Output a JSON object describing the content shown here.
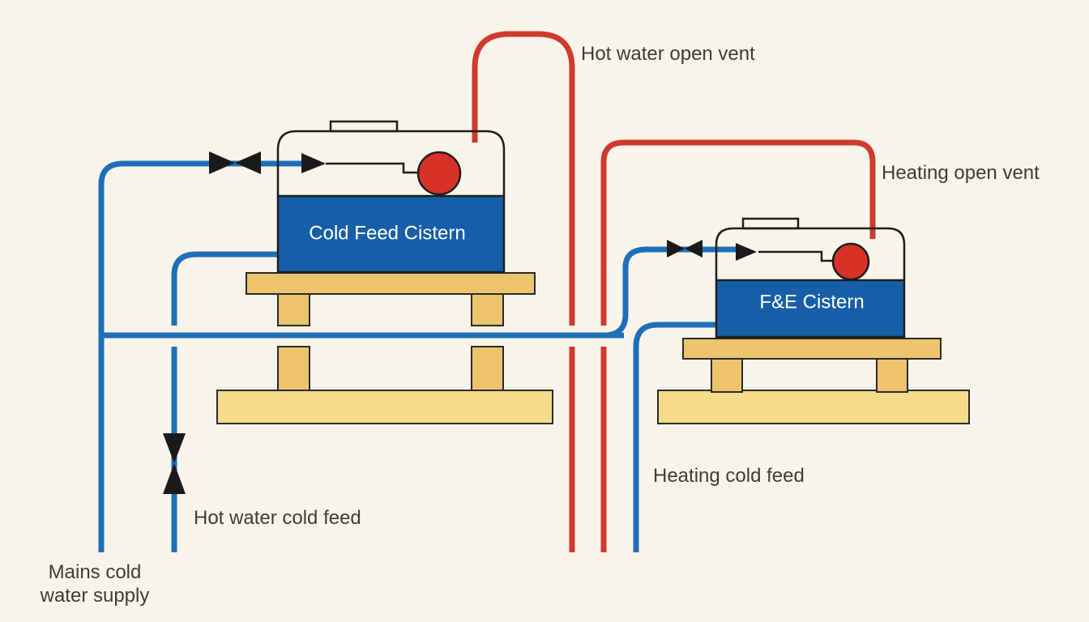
{
  "colors": {
    "background": "#f9f4ea",
    "cold_pipe": "#1f6fb8",
    "hot_pipe": "#cf3a2c",
    "water": "#165fa8",
    "float_ball": "#d93028",
    "timber": "#edc46c",
    "timber_base": "#f6dc8a",
    "valve": "#1a1a1a"
  },
  "cisterns": {
    "cold_feed": {
      "label": "Cold Feed Cistern"
    },
    "fe": {
      "label": "F&E Cistern"
    }
  },
  "labels": {
    "hot_water_open_vent": "Hot water open vent",
    "heating_open_vent": "Heating open vent",
    "heating_cold_feed": "Heating cold feed",
    "hot_water_cold_feed": "Hot water cold feed",
    "mains_line1": "Mains cold",
    "mains_line2": "water supply"
  },
  "icons": [
    "gate-valve-icon",
    "ball-float-icon",
    "float-valve-arrow-icon"
  ]
}
